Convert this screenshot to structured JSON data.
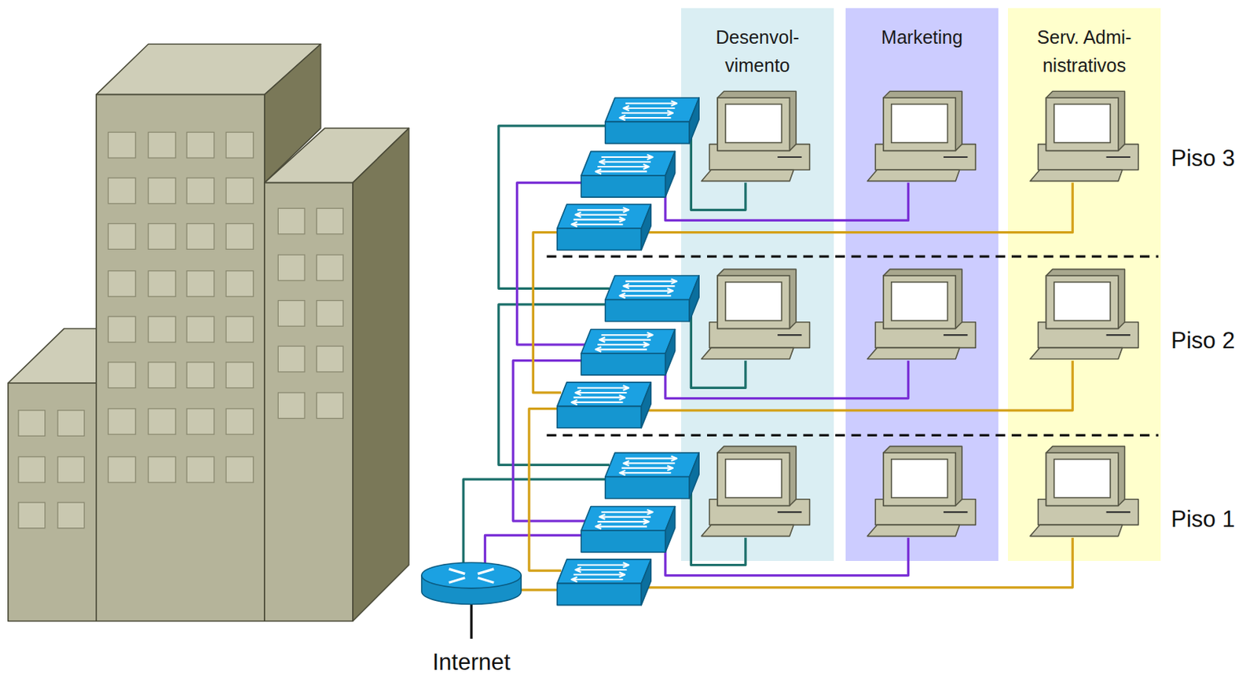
{
  "diagram": {
    "nodes": [
      {
        "text": [
          "Desenvol- vimento"
        ]
      },
      {
        "text": [
          "Marketing"
        ]
      },
      {
        "text": [
          "Serv. Admi- nistrativos"
        ]
      }
    ],
    "labels": [
      "Piso 3",
      "Piso 2",
      "Piso 1",
      "Internet"
    ]
  }
}
